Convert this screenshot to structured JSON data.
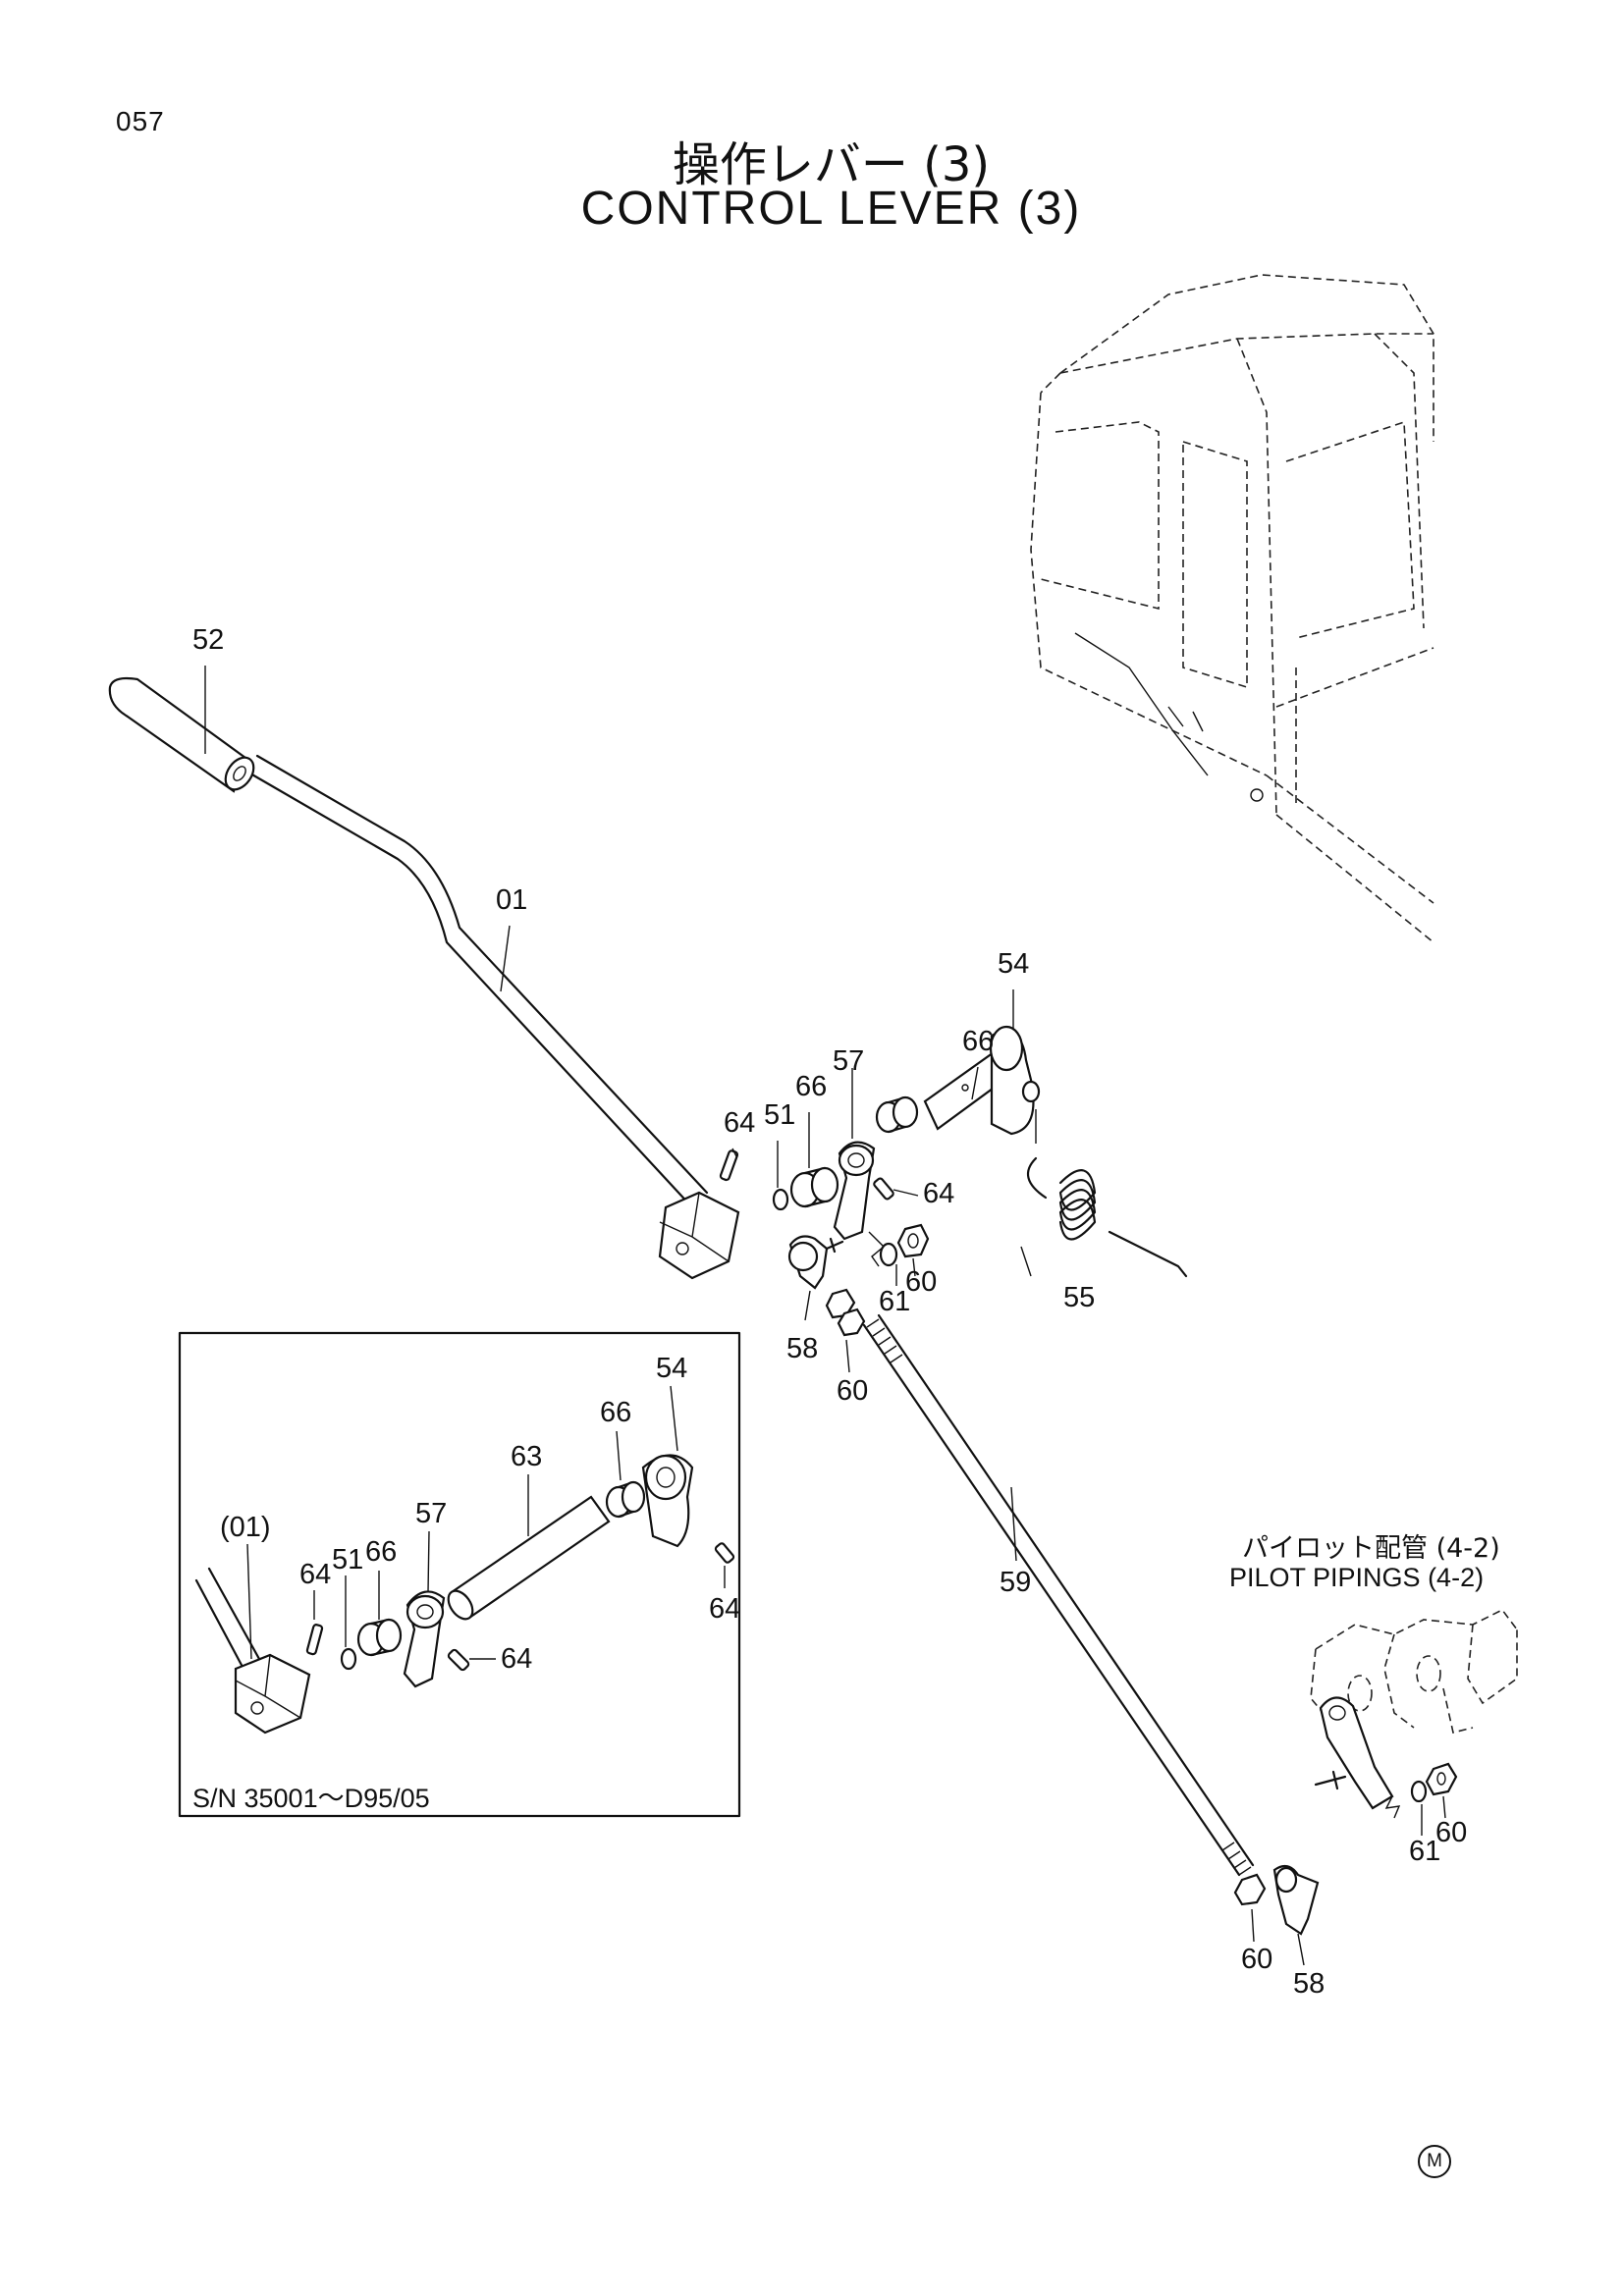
{
  "page_number": "057",
  "title_jp": "操作レバー (3)",
  "title_en": "CONTROL LEVER (3)",
  "callouts": {
    "c52": "52",
    "c01": "01",
    "c54": "54",
    "c66a": "66",
    "c57": "57",
    "c66b": "66",
    "c51": "51",
    "c64a": "64",
    "c64b": "64",
    "c55": "55",
    "c60a": "60",
    "c61a": "61",
    "c58a": "58",
    "c60b": "60",
    "c59": "59",
    "i54": "54",
    "i66": "66",
    "i63": "63",
    "i57": "57",
    "i01": "(01)",
    "i64a": "64",
    "i51": "51",
    "i66b": "66",
    "i64b": "64",
    "i64c": "64",
    "c60c": "60",
    "c58b": "58",
    "c61b": "61",
    "c60d": "60"
  },
  "inset_caption": "S/N 35001～D95/05",
  "reference_jp": "パイロット配管 (4-2)",
  "reference_en": "PILOT PIPINGS (4-2)",
  "corner_mark": "M"
}
